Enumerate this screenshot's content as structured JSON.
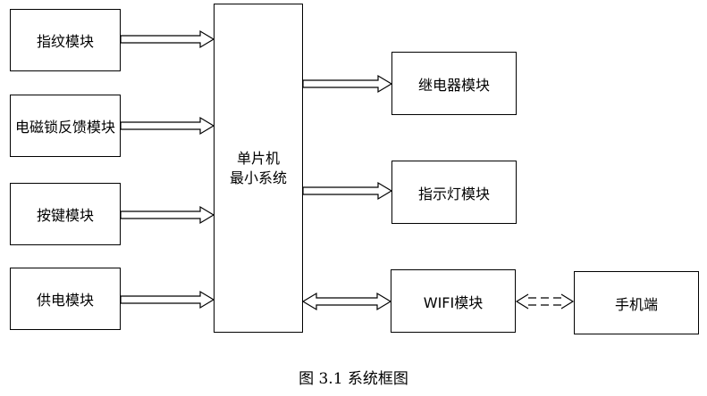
{
  "inputs": [
    {
      "label": "指纹模块"
    },
    {
      "label": "电磁锁反馈模块"
    },
    {
      "label": "按键模块"
    },
    {
      "label": "供电模块"
    }
  ],
  "mcu": {
    "line1": "单片机",
    "line2": "最小系统"
  },
  "outputs": [
    {
      "label": "继电器模块"
    },
    {
      "label": "指示灯模块"
    },
    {
      "label": "WIFI模块"
    }
  ],
  "phone": {
    "label": "手机端"
  },
  "caption": "图 3.1   系统框图"
}
